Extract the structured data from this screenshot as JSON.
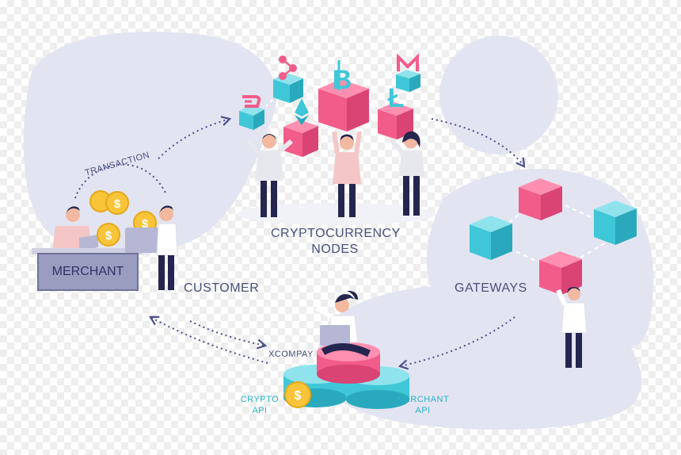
{
  "labels": {
    "transaction": "TRANSACTION",
    "crypto_nodes_line1": "CRYPTOCURRENCY",
    "crypto_nodes_line2": "NODES",
    "merchant": "MERCHANT",
    "customer": "CUSTOMER",
    "gateways": "GATEWAYS",
    "xcompay": "XCOMPAY",
    "crypto_api_line1": "CRYPTO",
    "crypto_api_line2": "API",
    "merchant_api_line1": "MERCHANT",
    "merchant_api_line2": "API"
  },
  "currency_icons": [
    "dash-icon",
    "ripple-icon",
    "bitcoin-icon",
    "ethereum-icon",
    "litecoin-icon",
    "monero-icon"
  ],
  "colors": {
    "blob": "#e3e4f1",
    "pink": "#f25c8a",
    "cyan": "#3fc7d8",
    "coin": "#f7c43a",
    "text": "#4a4f7c",
    "arrow": "#4a4f8c"
  }
}
